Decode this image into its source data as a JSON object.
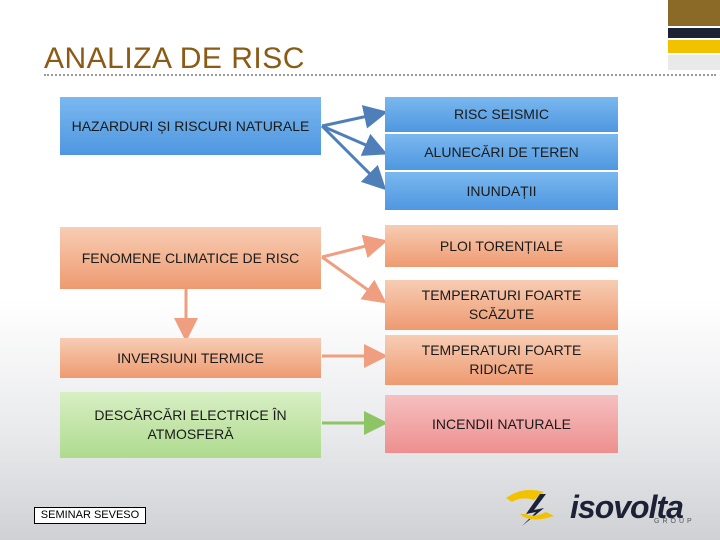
{
  "title": "ANALIZA DE RISC",
  "boxes": {
    "hazard": "HAZARDURI ȘI RISCURI NATURALE",
    "climate": "FENOMENE CLIMATICE DE RISC",
    "inversion": "INVERSIUNI TERMICE",
    "discharge": "DESCĂRCĂRI ELECTRICE ÎN ATMOSFERĂ",
    "seismic": "RISC SEISMIC",
    "landslide": "ALUNECĂRI DE TEREN",
    "flood": "INUNDAȚII",
    "rain": "PLOI TORENȚIALE",
    "cold": "TEMPERATURI FOARTE SCĂZUTE",
    "hot": "TEMPERATURI FOARTE RIDICATE",
    "fire": "INCENDII NATURALE"
  },
  "footer": {
    "seminar": "SEMINAR SEVESO",
    "logo_text": "isovolta",
    "logo_sub": "GROUP"
  },
  "colors": {
    "title": "#8b5a14",
    "blue_arrow": "#4f7fb8",
    "orange_arrow": "#ef9f80",
    "green_arrow": "#8dc466",
    "logo_yellow": "#f2c200"
  }
}
